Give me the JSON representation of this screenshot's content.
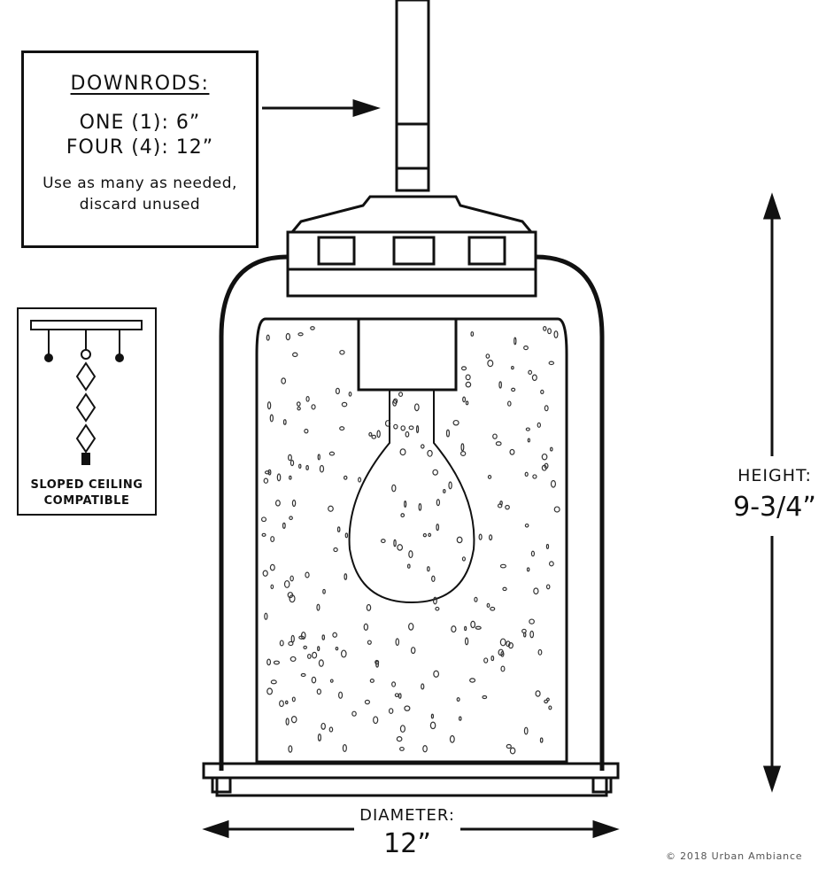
{
  "downrods": {
    "title": "DOWNRODS:",
    "lines": [
      "ONE (1): 6”",
      "FOUR (4): 12”"
    ],
    "note_lines": [
      "Use as many as needed,",
      "discard unused"
    ]
  },
  "sloped_ceiling": {
    "lines": [
      "SLOPED CEILING",
      "COMPATIBLE"
    ]
  },
  "height": {
    "label": "HEIGHT:",
    "value": "9-3/4”"
  },
  "diameter": {
    "label": "DIAMETER:",
    "value": "12”"
  },
  "copyright": "© 2018 Urban Ambiance"
}
